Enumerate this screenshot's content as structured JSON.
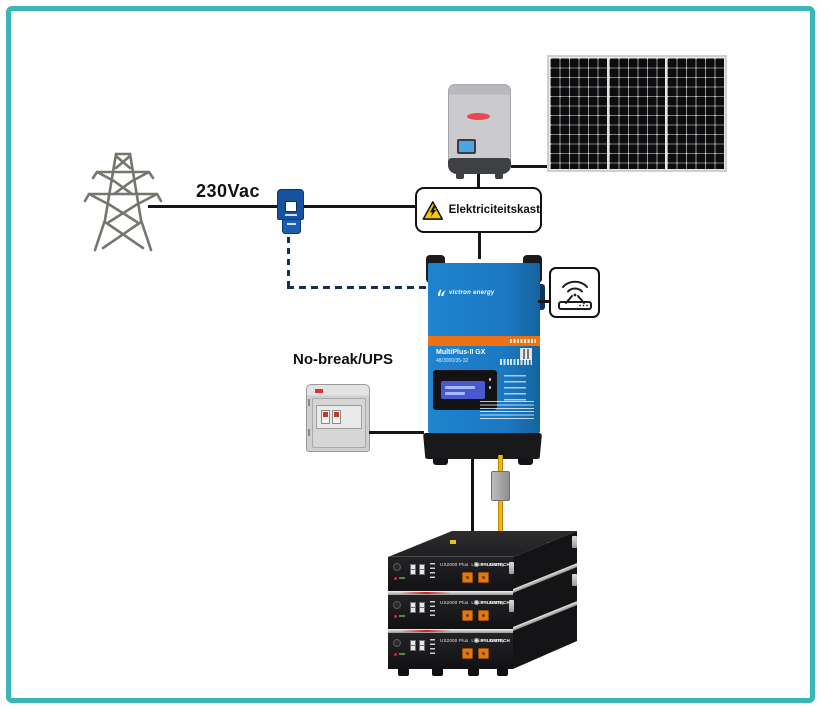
{
  "labels": {
    "grid_voltage": "230Vac",
    "distribution_box": "Elektriciteitskast",
    "ups": "No-break/UPS"
  },
  "victron": {
    "brand": "victron energy",
    "model": "MultiPlus-II GX",
    "spec": "48/3000/35-32"
  },
  "battery": {
    "model": "US2000 Plus",
    "type": "Lithium Battery",
    "brand": "PYLONTECH"
  },
  "icons": {
    "pylon": "transmission-tower",
    "warning": "high-voltage-warning-triangle",
    "router": "wifi-router",
    "ct": "current-transformer-clamp"
  },
  "colors": {
    "border_teal": "#3AB5B8",
    "victron_blue": "#1B78C2",
    "victron_orange": "#EE7214",
    "warning_yellow": "#F8C800",
    "cable_yellow": "#F2B705",
    "ct_blue": "#1553A0"
  }
}
